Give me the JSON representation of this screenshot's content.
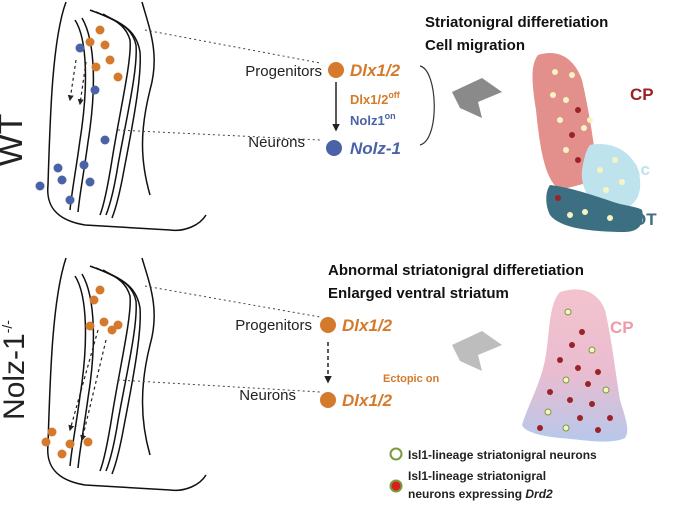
{
  "wt": {
    "genotype": "WT",
    "progenitors_label": "Progenitors",
    "progenitors_gene": "Dlx1/2",
    "switch_off": "Dlx1/2",
    "switch_off_sup": "off",
    "switch_on": "Nolz1",
    "switch_on_sup": "on",
    "neurons_label": "Neurons",
    "neurons_gene": "Nolz-1",
    "outcome_1": "Striatonigral differetiation",
    "outcome_2": "Cell migration",
    "region_cp": "CP",
    "region_nac": "NAc",
    "region_ot": "OT"
  },
  "mutant": {
    "genotype_base": "Nolz-1",
    "genotype_sup": "-/-",
    "progenitors_label": "Progenitors",
    "progenitors_gene": "Dlx1/2",
    "neurons_label": "Neurons",
    "neurons_gene": "Dlx1/2",
    "ectopic_note": "Ectopic on",
    "outcome_1": "Abnormal striatonigral differetiation",
    "outcome_2": "Enlarged ventral striatum",
    "region_cp": "CP"
  },
  "legend": {
    "item1": "Isl1-lineage striatonigral neurons",
    "item2_line1": "Isl1-lineage striatonigral",
    "item2_line2_plain": "neurons expressing ",
    "item2_line2_italic": "Drd2"
  },
  "colors": {
    "orange": "#d57a2c",
    "blue": "#4a63a6",
    "dark_red": "#9b2226",
    "cp_red": "#e0837f",
    "nac_blue": "#bfe3ec",
    "ot_teal": "#3d6f82",
    "mutant_pink": "#f0b8c4",
    "mutant_blue": "#b3c6ea",
    "cell_yellow": "#f7f4c3",
    "cell_green": "#7a9a3c",
    "arrow_gray": "#8a8a8a"
  }
}
